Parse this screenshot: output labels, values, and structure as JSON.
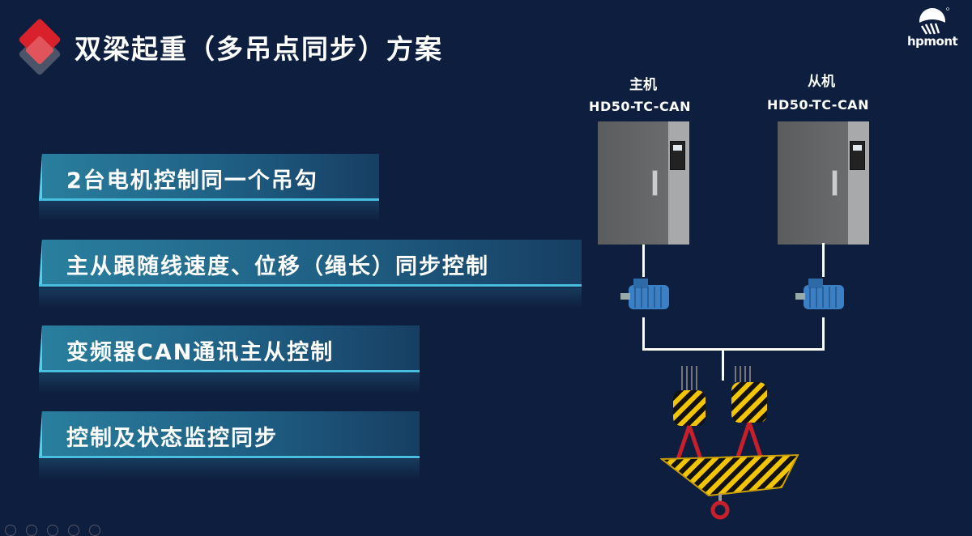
{
  "header": {
    "title": "双梁起重（多吊点同步）方案",
    "logo_text": "hpmont"
  },
  "bullets": [
    {
      "text": "2台电机控制同一个吊勾"
    },
    {
      "text": "主从跟随线速度、位移（绳长）同步控制"
    },
    {
      "text": "变频器CAN通讯主从控制"
    },
    {
      "text": "控制及状态监控同步"
    }
  ],
  "diagram": {
    "master": {
      "label": "主机",
      "model": "HD50-TC-CAN"
    },
    "slave": {
      "label": "从机",
      "model": "HD50-TC-CAN"
    }
  },
  "colors": {
    "background": "#0e1e3e",
    "accent_red": "#d9212c",
    "banner": "#2a7f9e",
    "hook_yellow": "#f2c500"
  }
}
